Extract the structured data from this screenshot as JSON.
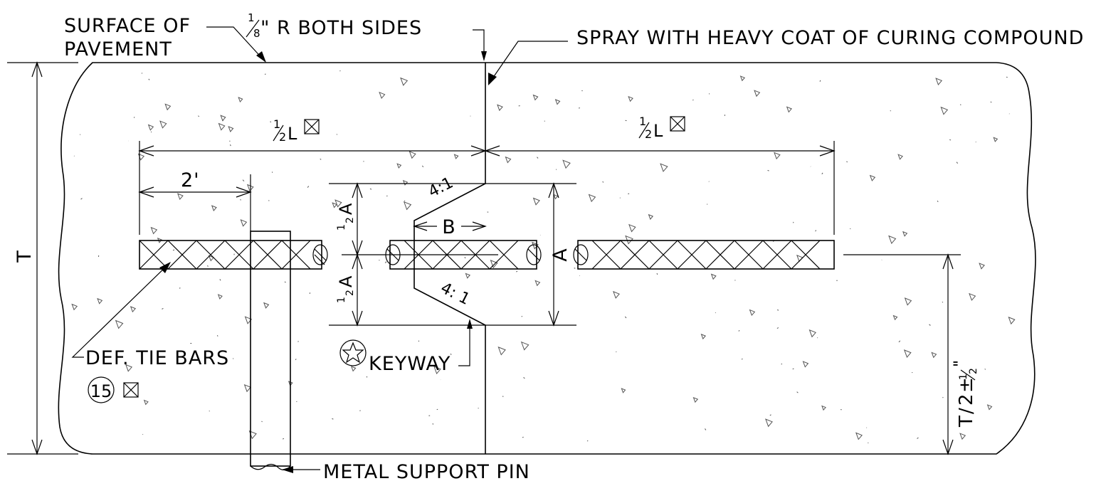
{
  "labels": {
    "surface_line1": "SURFACE OF",
    "surface_line2": "PAVEMENT",
    "radius_num": "1",
    "radius_den": "8",
    "radius_rest": "\" R BOTH SIDES",
    "spray": "SPRAY WITH HEAVY COAT OF CURING COMPOUND",
    "half": "1",
    "half_den": "2",
    "L": "L",
    "A": "A",
    "two_ft": "2'",
    "B": "B",
    "slope_top": "4:1",
    "slope_bottom": "4: 1",
    "thickness": "T",
    "tie_bars": "DEF. TIE BARS",
    "tie_bars_count": "15",
    "keyway": "KEYWAY",
    "metal_pin": "METAL SUPPORT PIN",
    "half_depth_T": "T",
    "half_depth_slash": "/",
    "half_depth_2": "2",
    "half_depth_pm": "±",
    "half_depth_inch": "\""
  },
  "colors": {
    "line": "#000000",
    "background": "#ffffff",
    "aggregate": "#555555"
  },
  "icons": {
    "plan_note": "boxed-x-icon",
    "keyway_note": "star-circle-icon"
  }
}
